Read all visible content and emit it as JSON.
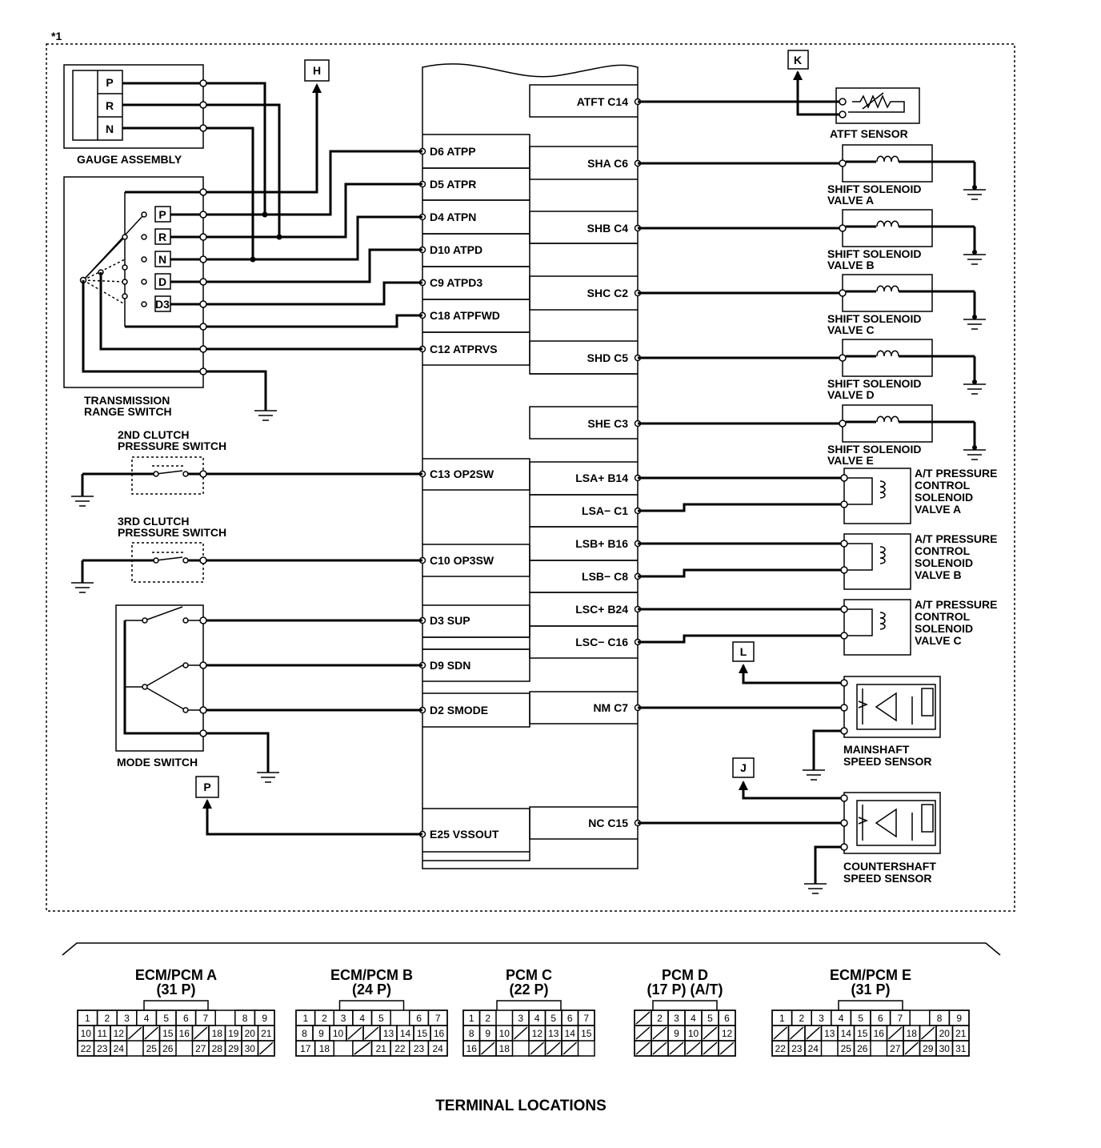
{
  "figure_mark": "*1",
  "ecm": {
    "left_pins": [
      {
        "label": "D6 ATPP"
      },
      {
        "label": "D5 ATPR"
      },
      {
        "label": "D4 ATPN"
      },
      {
        "label": "D10 ATPD"
      },
      {
        "label": "C9 ATPD3"
      },
      {
        "label": "C18 ATPFWD"
      },
      {
        "label": "C12 ATPRVS"
      },
      {
        "label": "C13 OP2SW"
      },
      {
        "label": "C10 OP3SW"
      },
      {
        "label": "D3 SUP"
      },
      {
        "label": "D9 SDN"
      },
      {
        "label": "D2 SMODE"
      },
      {
        "label": "E25 VSSOUT"
      }
    ],
    "right_pins": [
      {
        "label": "ATFT C14"
      },
      {
        "label": "SHA C6"
      },
      {
        "label": "SHB C4"
      },
      {
        "label": "SHC C2"
      },
      {
        "label": "SHD C5"
      },
      {
        "label": "SHE C3"
      },
      {
        "label": "LSA+ B14"
      },
      {
        "label": "LSA− C1"
      },
      {
        "label": "LSB+ B16"
      },
      {
        "label": "LSB− C8"
      },
      {
        "label": "LSC+ B24"
      },
      {
        "label": "LSC− C16"
      },
      {
        "label": "NM C7"
      },
      {
        "label": "NC C15"
      }
    ]
  },
  "components": {
    "gauge_assembly": "GAUGE ASSEMBLY",
    "gauge_positions": [
      "P",
      "R",
      "N"
    ],
    "range_switch": [
      "TRANSMISSION",
      "RANGE SWITCH"
    ],
    "range_positions": [
      "P",
      "R",
      "N",
      "D",
      "D3"
    ],
    "clutch2": [
      "2ND CLUTCH",
      "PRESSURE SWITCH"
    ],
    "clutch3": [
      "3RD CLUTCH",
      "PRESSURE SWITCH"
    ],
    "mode_switch": "MODE SWITCH",
    "atft_sensor": "ATFT SENSOR",
    "solenoids": [
      [
        "SHIFT SOLENOID",
        "VALVE A"
      ],
      [
        "SHIFT SOLENOID",
        "VALVE B"
      ],
      [
        "SHIFT SOLENOID",
        "VALVE C"
      ],
      [
        "SHIFT SOLENOID",
        "VALVE D"
      ],
      [
        "SHIFT SOLENOID",
        "VALVE E"
      ]
    ],
    "pressure_valves": [
      [
        "A/T PRESSURE",
        "CONTROL",
        "SOLENOID",
        "VALVE A"
      ],
      [
        "A/T PRESSURE",
        "CONTROL",
        "SOLENOID",
        "VALVE B"
      ],
      [
        "A/T PRESSURE",
        "CONTROL",
        "SOLENOID",
        "VALVE C"
      ]
    ],
    "mainshaft": [
      "MAINSHAFT",
      "SPEED SENSOR"
    ],
    "countershaft": [
      "COUNTERSHAFT",
      "SPEED SENSOR"
    ]
  },
  "refs": {
    "h": "H",
    "k": "K",
    "l": "L",
    "j": "J",
    "p": "P"
  },
  "connectors": [
    {
      "name": "ECM/PCM A",
      "pins": "(31 P)",
      "rows": [
        [
          "1",
          "2",
          "3",
          "4",
          "5",
          "6",
          "7",
          "",
          "8",
          "9"
        ],
        [
          "10",
          "11",
          "12",
          "/",
          "/",
          "15",
          "16",
          "/",
          "18",
          "19",
          "20",
          "21"
        ],
        [
          "22",
          "23",
          "24",
          "",
          "25",
          "26",
          "",
          "27",
          "28",
          "29",
          "30",
          "/"
        ]
      ]
    },
    {
      "name": "ECM/PCM B",
      "pins": "(24 P)",
      "rows": [
        [
          "1",
          "2",
          "3",
          "4",
          "5",
          "",
          "6",
          "7"
        ],
        [
          "8",
          "9",
          "10",
          "/",
          "/",
          "13",
          "14",
          "15",
          "16"
        ],
        [
          "17",
          "18",
          "",
          "/",
          "21",
          "22",
          "23",
          "24"
        ]
      ]
    },
    {
      "name": "PCM C",
      "pins": "(22 P)",
      "rows": [
        [
          "1",
          "2",
          "",
          "3",
          "4",
          "5",
          "6",
          "7"
        ],
        [
          "8",
          "9",
          "10",
          "/",
          "12",
          "13",
          "14",
          "15"
        ],
        [
          "16",
          "/",
          "18",
          "",
          "/",
          "/",
          "/",
          ""
        ]
      ]
    },
    {
      "name": "PCM D",
      "pins": "(17 P) (A/T)",
      "rows": [
        [
          "/",
          "2",
          "3",
          "4",
          "5",
          "6"
        ],
        [
          "/",
          "/",
          "9",
          "10",
          "/",
          "12"
        ],
        [
          "/",
          "/",
          "/",
          "/",
          "/",
          "/"
        ]
      ]
    },
    {
      "name": "ECM/PCM E",
      "pins": "(31 P)",
      "rows": [
        [
          "1",
          "2",
          "3",
          "4",
          "5",
          "6",
          "7",
          "",
          "8",
          "9"
        ],
        [
          "/",
          "/",
          "/",
          "13",
          "14",
          "15",
          "16",
          "/",
          "18",
          "/",
          "20",
          "21"
        ],
        [
          "22",
          "23",
          "24",
          "",
          "25",
          "26",
          "",
          "27",
          "/",
          "29",
          "30",
          "31"
        ]
      ]
    }
  ],
  "footer": "TERMINAL LOCATIONS"
}
